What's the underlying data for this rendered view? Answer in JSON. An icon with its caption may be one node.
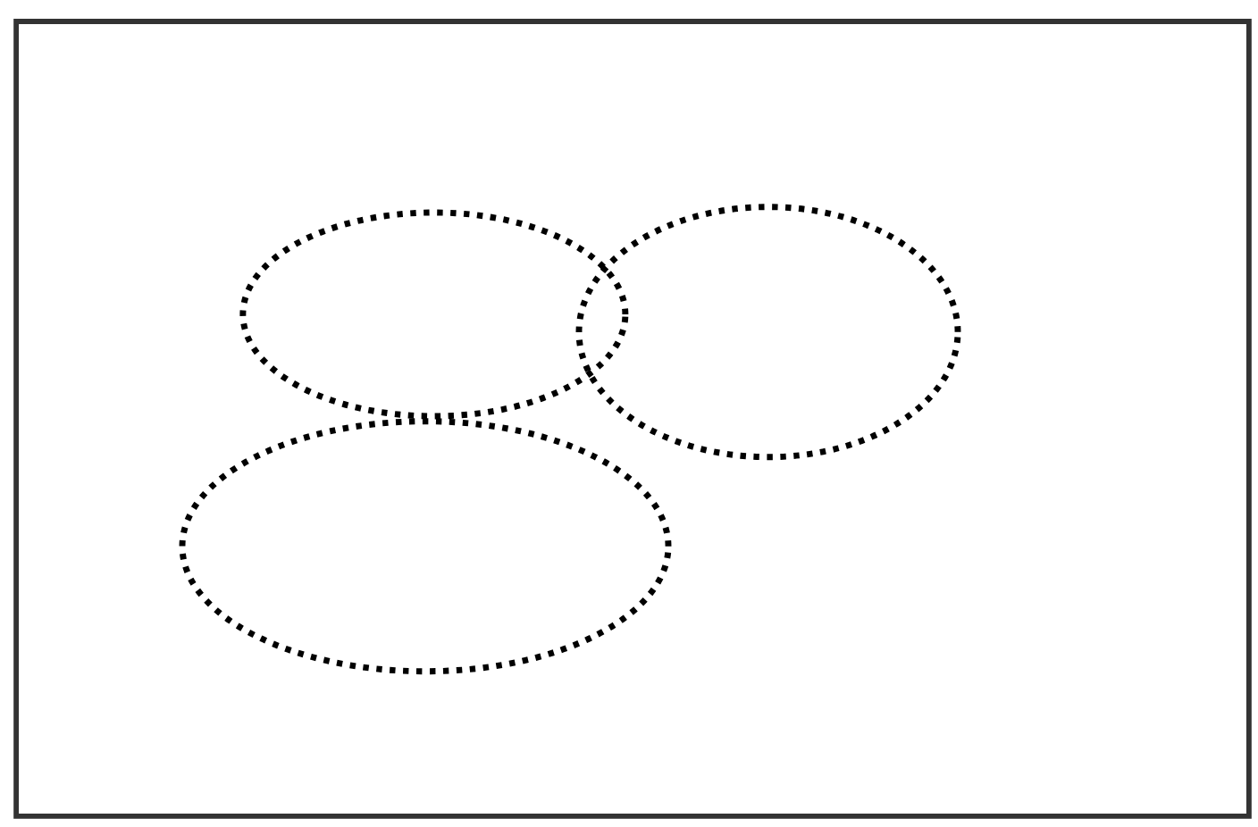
{
  "diagram": {
    "nodes": [
      {
        "text": [],
        "shape": "ellipse"
      },
      {
        "text": [],
        "shape": "ellipse"
      },
      {
        "text": [],
        "shape": "ellipse"
      }
    ]
  }
}
